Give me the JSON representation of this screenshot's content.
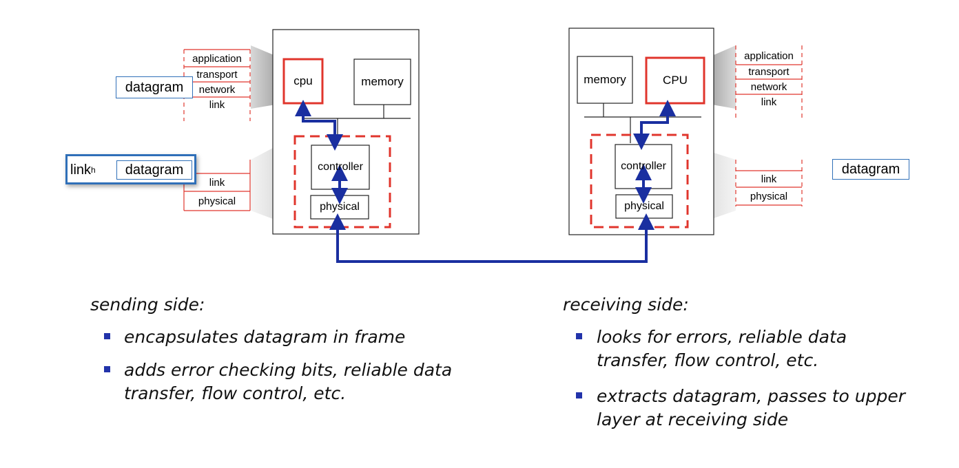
{
  "sending_host": {
    "cpu_label": "cpu",
    "memory_label": "memory",
    "controller_label": "controller",
    "physical_label": "physical",
    "upper_stack": [
      "application",
      "transport",
      "network",
      "link"
    ],
    "lower_stack": [
      "link",
      "physical"
    ],
    "datagram_label": "datagram",
    "frame_header_label": "link",
    "frame_header_sub": "h",
    "frame_datagram_label": "datagram"
  },
  "receiving_host": {
    "memory_label": "memory",
    "cpu_label": "CPU",
    "controller_label": "controller",
    "physical_label": "physical",
    "upper_stack": [
      "application",
      "transport",
      "network",
      "link"
    ],
    "lower_stack": [
      "link",
      "physical"
    ],
    "datagram_label": "datagram"
  },
  "sending_side": {
    "title": "sending side:",
    "bullets": [
      [
        "encapsulates datagram in frame"
      ],
      [
        "adds error checking bits, reliable data",
        "transfer, flow control, etc."
      ]
    ]
  },
  "receiving_side": {
    "title": "receiving side:",
    "bullets": [
      [
        "looks for errors, reliable data",
        "transfer, flow control, etc."
      ],
      [
        "extracts datagram, passes to upper",
        "layer at receiving side"
      ]
    ]
  },
  "colors": {
    "red": "#e0352c",
    "blue_arrow": "#1a2fa0",
    "blue_box": "#2f6fb8",
    "bullet": "#2233aa"
  }
}
